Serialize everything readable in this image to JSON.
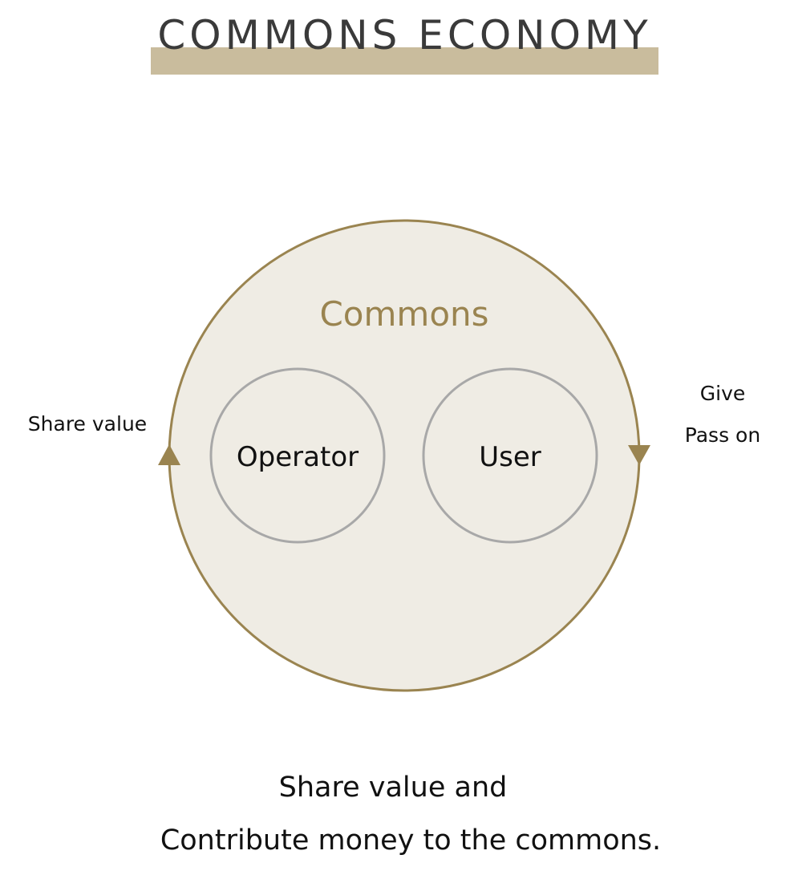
{
  "header": {
    "title": "COMMONS ECONOMY"
  },
  "diagram": {
    "outer_label": "Commons",
    "left_node": "Operator",
    "right_node": "User",
    "left_flow_label": "Share value",
    "right_flow_labels": [
      "Give",
      "Pass on"
    ]
  },
  "caption": {
    "line1": "Share value and",
    "line2": "Contribute money to the commons."
  },
  "colors": {
    "accent": "#9a8450",
    "band": "#c9bc9d",
    "fill": "#efece4",
    "node_stroke": "#a8a8a8",
    "title_text": "#3a3a3a"
  }
}
